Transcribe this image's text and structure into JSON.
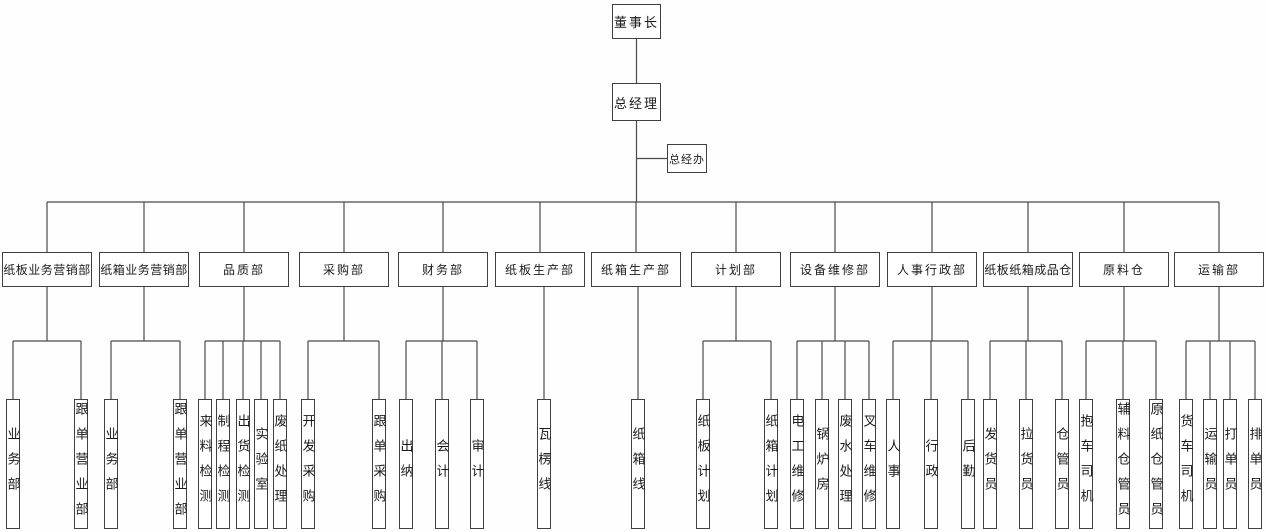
{
  "org_chart": {
    "chairman": "董事长",
    "general_manager": "总经理",
    "gm_office": "总经办",
    "departments": [
      {
        "name": "纸板业务营销部",
        "children": [
          "业务部",
          "跟单营业部"
        ]
      },
      {
        "name": "纸箱业务营销部",
        "children": [
          "业务部",
          "跟单营业部"
        ]
      },
      {
        "name": "品质部",
        "children": [
          "来料检测",
          "制程检测",
          "出货检测",
          "实验室",
          "废纸处理"
        ]
      },
      {
        "name": "采购部",
        "children": [
          "开发采购",
          "跟单采购"
        ]
      },
      {
        "name": "财务部",
        "children": [
          "出纳",
          "会计",
          "审计"
        ]
      },
      {
        "name": "纸板生产部",
        "children": [
          "瓦楞线"
        ]
      },
      {
        "name": "纸箱生产部",
        "children": [
          "纸箱线"
        ]
      },
      {
        "name": "计划部",
        "children": [
          "纸板计划",
          "纸箱计划"
        ]
      },
      {
        "name": "设备维修部",
        "children": [
          "电工维修",
          "锅炉房",
          "废水处理",
          "叉车维修"
        ]
      },
      {
        "name": "人事行政部",
        "children": [
          "人事",
          "行政",
          "后勤"
        ]
      },
      {
        "name": "纸板纸箱成品仓",
        "children": [
          "发货员",
          "拉货员",
          "仓管员"
        ]
      },
      {
        "name": "原料仓",
        "children": [
          "抱车司机",
          "辅料仓管员",
          "原纸仓管员"
        ]
      },
      {
        "name": "运输部",
        "children": [
          "货车司机",
          "运输员",
          "打单员",
          "排单员"
        ]
      }
    ],
    "line_color": "#4a4a4a",
    "background": "#ffffff"
  }
}
